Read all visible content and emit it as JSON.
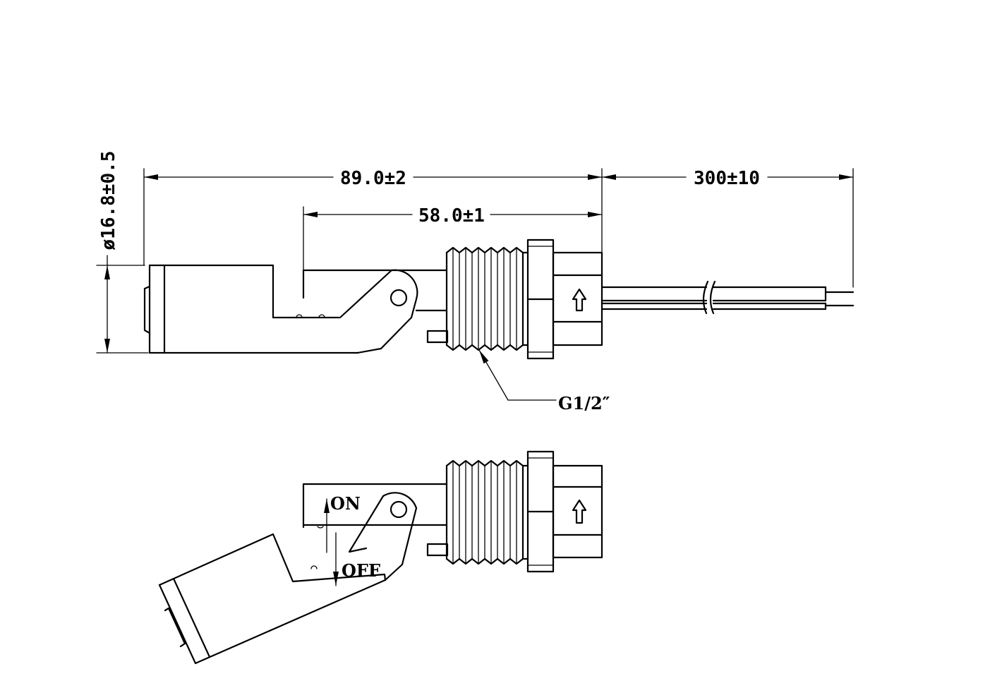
{
  "dimensions": {
    "overall_length": "89.0±2",
    "inner_length": "58.0±1",
    "cable_length": "300±10",
    "diameter": "ø16.8±0.5"
  },
  "thread_label": "G1/2″",
  "states": {
    "on": "ON",
    "off": "OFF"
  },
  "icons": [
    "arrow-head-icon",
    "flow-arrow-icon",
    "break-mark-icon"
  ]
}
